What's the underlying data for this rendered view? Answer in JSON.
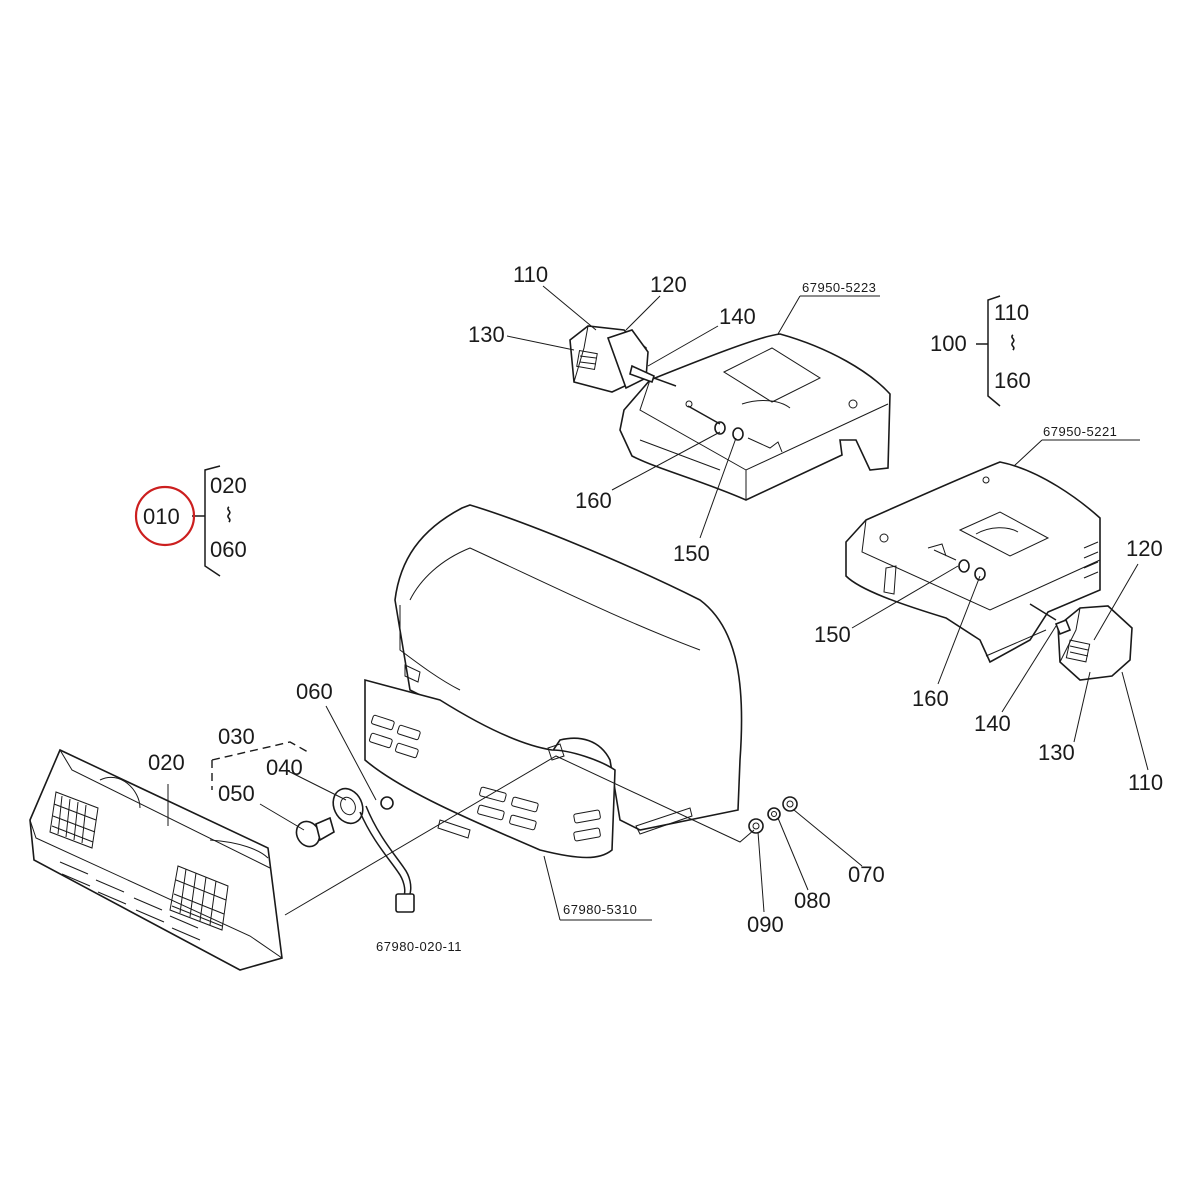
{
  "diagram": {
    "part_numbers": {
      "roof_left": "67950-5223",
      "roof_right": "67950-5221",
      "hood": "67980-5310",
      "headlight": "67980-020-11"
    },
    "labels": {
      "l110_top": "110",
      "l120_top": "120",
      "l130_top": "130",
      "l140_top": "140",
      "l160_top": "160",
      "l150_top": "150",
      "g100": "100",
      "g100_from": "110",
      "g100_to": "160",
      "g010": "010",
      "g010_from": "020",
      "g010_to": "060",
      "l060": "060",
      "l030": "030",
      "l040": "040",
      "l050": "050",
      "l020": "020",
      "l150_right": "150",
      "l160_right": "160",
      "l140_right": "140",
      "l130_right": "130",
      "l110_right": "110",
      "l120_right": "120",
      "l070": "070",
      "l080": "080",
      "l090": "090"
    },
    "highlight_color": "#cc1f1f",
    "line_color": "#1a1a1a"
  }
}
